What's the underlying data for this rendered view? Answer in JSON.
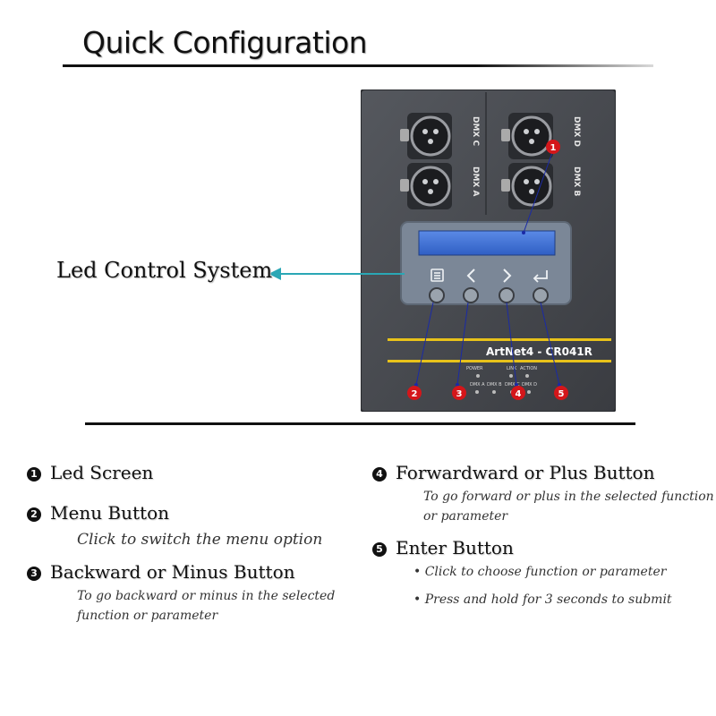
{
  "page_title": "Quick Configuration",
  "callout": {
    "label": "Led Control System"
  },
  "device": {
    "model": "ArtNet4 - CR041R",
    "ports": [
      "DMX C",
      "DMX D",
      "DMX A",
      "DMX B"
    ],
    "status_labels": [
      "POWER",
      "LINK",
      "ACTION"
    ],
    "dmx_leds": [
      "DMX A",
      "DMX B",
      "DMX C",
      "DMX D"
    ],
    "markers": [
      "1",
      "2",
      "3",
      "4",
      "5"
    ],
    "colors": {
      "panel": "#4a4d53",
      "marker": "#d4161a",
      "stripe": "#e8c21a",
      "lcd": "#3f72d9"
    }
  },
  "legend": {
    "items": [
      {
        "num": "1",
        "title": "Led Screen",
        "desc": []
      },
      {
        "num": "2",
        "title": "Menu Button",
        "desc": [
          "Click to switch the menu option"
        ]
      },
      {
        "num": "3",
        "title": "Backward or Minus Button",
        "desc": [
          "To go backward or minus in the selected",
          "function or parameter"
        ]
      },
      {
        "num": "4",
        "title": "Forwardward or Plus Button",
        "desc": [
          "To go forward or plus in the selected function",
          "or parameter"
        ]
      },
      {
        "num": "5",
        "title": "Enter Button",
        "desc": [
          "• Click to choose function or parameter",
          "• Press and hold for 3 seconds to submit"
        ]
      }
    ]
  }
}
